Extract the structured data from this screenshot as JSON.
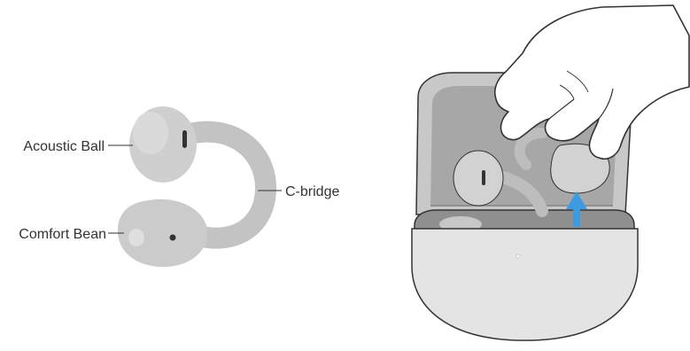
{
  "labels": {
    "acoustic_ball": "Acoustic Ball",
    "comfort_bean": "Comfort Bean",
    "c_bridge": "C-bridge"
  },
  "colors": {
    "earbud_light": "#cfcfcf",
    "earbud_mid": "#bdbdbd",
    "bridge": "#c3c3c3",
    "case_outer": "#e4e4e4",
    "case_inner": "#a7a7a7",
    "arrow": "#3d9be0",
    "outline": "#333333"
  },
  "icons": {
    "arrow": "arrow-up-icon",
    "hand": "hand-icon"
  }
}
